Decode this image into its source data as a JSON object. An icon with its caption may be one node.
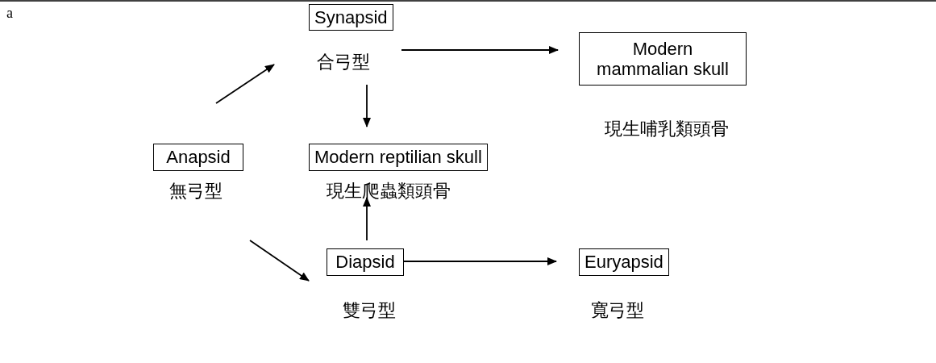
{
  "diagram": {
    "nodes": [
      {
        "text": [
          "Synapsid"
        ],
        "beside": [
          "合弓型"
        ]
      },
      {
        "text": [
          "Modern mammalian skull"
        ],
        "beside": [
          "現生哺乳類頭骨"
        ]
      },
      {
        "text": [
          "Anapsid"
        ],
        "beside": [
          "無弓型"
        ]
      },
      {
        "text": [
          "Modern reptilian skull"
        ],
        "beside": [
          "現生爬蟲類頭骨"
        ]
      },
      {
        "text": [
          "Diapsid"
        ],
        "beside": [
          "雙弓型"
        ]
      },
      {
        "text": [
          "Euryapsid"
        ],
        "beside": [
          "寬弓型"
        ]
      }
    ],
    "edges": [
      {
        "from": 2,
        "to": 0,
        "arrow": "to"
      },
      {
        "from": 0,
        "to": 1,
        "arrow": "to"
      },
      {
        "from": 0,
        "to": 3,
        "arrow": "to"
      },
      {
        "from": 2,
        "to": 4,
        "arrow": "to"
      },
      {
        "from": 4,
        "to": 3,
        "arrow": "to"
      },
      {
        "from": 4,
        "to": 5,
        "arrow": "to"
      }
    ],
    "labels": [
      "a"
    ]
  }
}
